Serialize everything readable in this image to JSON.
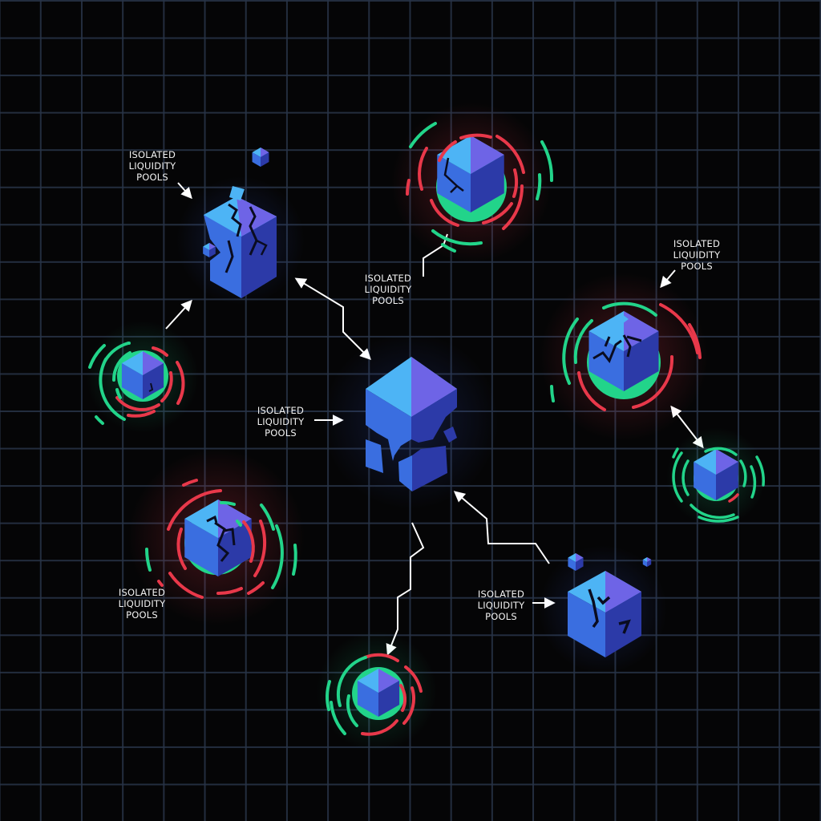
{
  "diagram": {
    "title": "",
    "background": "#050506",
    "grid_color": "#283448",
    "colors": {
      "cube_light": "#4db4f5",
      "cube_mid": "#3a6ee0",
      "cube_dark": "#2c3aa8",
      "cube_violet": "#6e64e6",
      "ring_green": "#22d48a",
      "ring_red": "#e8384a",
      "arrow": "#ffffff"
    },
    "labels": [
      {
        "id": "label-top-left",
        "lines": [
          "ISOLATED",
          "LIQUIDITY",
          "POOLS"
        ]
      },
      {
        "id": "label-top-center",
        "lines": [
          "ISOLATED",
          "LIQUIDITY",
          "POOLS"
        ]
      },
      {
        "id": "label-top-right",
        "lines": [
          "ISOLATED",
          "LIQUIDITY",
          "POOLS"
        ]
      },
      {
        "id": "label-center",
        "lines": [
          "ISOLATED",
          "LIQUIDITY",
          "POOLS"
        ]
      },
      {
        "id": "label-bottom-left",
        "lines": [
          "ISOLATED",
          "LIQUIDITY",
          "POOLS"
        ]
      },
      {
        "id": "label-bottom-right",
        "lines": [
          "ISOLATED",
          "LIQUIDITY",
          "POOLS"
        ]
      }
    ],
    "nodes": [
      {
        "id": "central-fractured-pillar",
        "type": "fractured-cube",
        "ring": false
      },
      {
        "id": "top-left-fractured-pillar",
        "type": "fractured-cube",
        "ring": false
      },
      {
        "id": "top-center-pool",
        "type": "cube-with-rings",
        "ring": true
      },
      {
        "id": "right-pool",
        "type": "cracked-cube-with-rings",
        "ring": true
      },
      {
        "id": "far-right-small-pool",
        "type": "cube-with-rings",
        "ring": true
      },
      {
        "id": "left-small-pool",
        "type": "cube-with-rings",
        "ring": true
      },
      {
        "id": "bottom-left-pool",
        "type": "cracked-cube-with-rings",
        "ring": true
      },
      {
        "id": "bottom-center-pool",
        "type": "cube-with-rings",
        "ring": true
      },
      {
        "id": "bottom-right-fractured-cube",
        "type": "fractured-cube",
        "ring": false
      }
    ]
  }
}
